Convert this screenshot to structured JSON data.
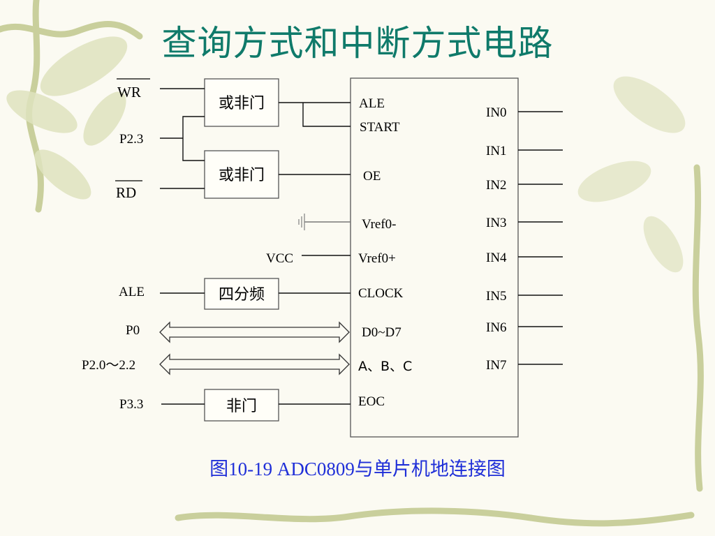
{
  "title": "查询方式和中断方式电路",
  "caption": "图10-19    ADC0809与单片机地连接图",
  "colors": {
    "title": "#0f7a6a",
    "caption": "#1f2fd8",
    "background": "#fbfaf2",
    "foliage": "#c9cf9c"
  },
  "chip": {
    "left_pins": [
      "ALE",
      "START",
      "OE",
      "Vref0-",
      "Vref0+",
      "CLOCK",
      "D0~D7",
      "A、B、C",
      "EOC"
    ],
    "right_pins": [
      "IN0",
      "IN1",
      "IN2",
      "IN3",
      "IN4",
      "IN5",
      "IN6",
      "IN7"
    ]
  },
  "gates": {
    "nor1": "或非门",
    "nor2": "或非门",
    "div4": "四分频",
    "not": "非门"
  },
  "signals": {
    "wr": "WR",
    "p23": "P2.3",
    "rd": "RD",
    "vcc": "VCC",
    "ale": "ALE",
    "p0": "P0",
    "p20_22": "P2.0～2.2",
    "p33": "P3.3"
  },
  "decor": {
    "ground_icon": "ground-icon",
    "bus_arrow_icon": "double-arrow-icon"
  }
}
